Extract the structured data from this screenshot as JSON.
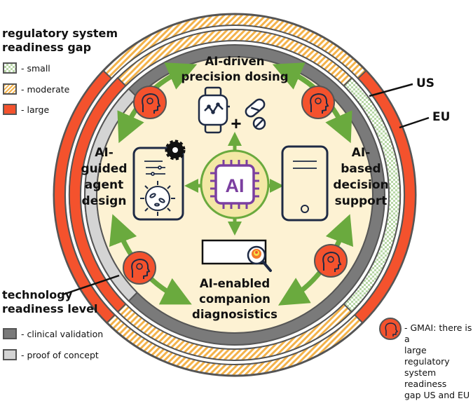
{
  "legend": {
    "gap_title_line1": "regulatory system",
    "gap_title_line2": "readiness gap",
    "gap_items": [
      {
        "label": "- small"
      },
      {
        "label": "- moderate"
      },
      {
        "label": "- large"
      }
    ],
    "trl_title_line1": "technology",
    "trl_title_line2": "readiness level",
    "trl_items": [
      {
        "label": "- clinical validation"
      },
      {
        "label": "- proof of concept"
      }
    ]
  },
  "callouts": {
    "us": "US",
    "eu": "EU"
  },
  "applications": {
    "top": [
      "AI-driven",
      "precision dosing"
    ],
    "right": [
      "AI-",
      "based",
      "decision",
      "support"
    ],
    "bottom": [
      "AI-enabled",
      "companion",
      "diagnosistics"
    ],
    "left": [
      "AI-",
      "guided",
      "agent",
      "design"
    ]
  },
  "center": {
    "label": "AI"
  },
  "gmai_note": [
    "- GMAI: there is a",
    "large regulatory",
    "system readiness",
    "gap US and EU"
  ],
  "colors": {
    "large": "#f4522d",
    "moderate": "#f3b24a",
    "small": "#b9d8a8",
    "clinical_validation": "#7a7a7a",
    "proof_of_concept": "#d4d4d4",
    "inner_fill": "#fdf2d3",
    "arrow": "#6aaa3e",
    "chip": "#7b3fa0"
  },
  "icons": [
    "smartwatch-icon",
    "pill-icon",
    "gear-icon",
    "virus-icon",
    "tablet-icon",
    "magnifier-icon",
    "ai-chip-icon",
    "brain-head-icon"
  ]
}
